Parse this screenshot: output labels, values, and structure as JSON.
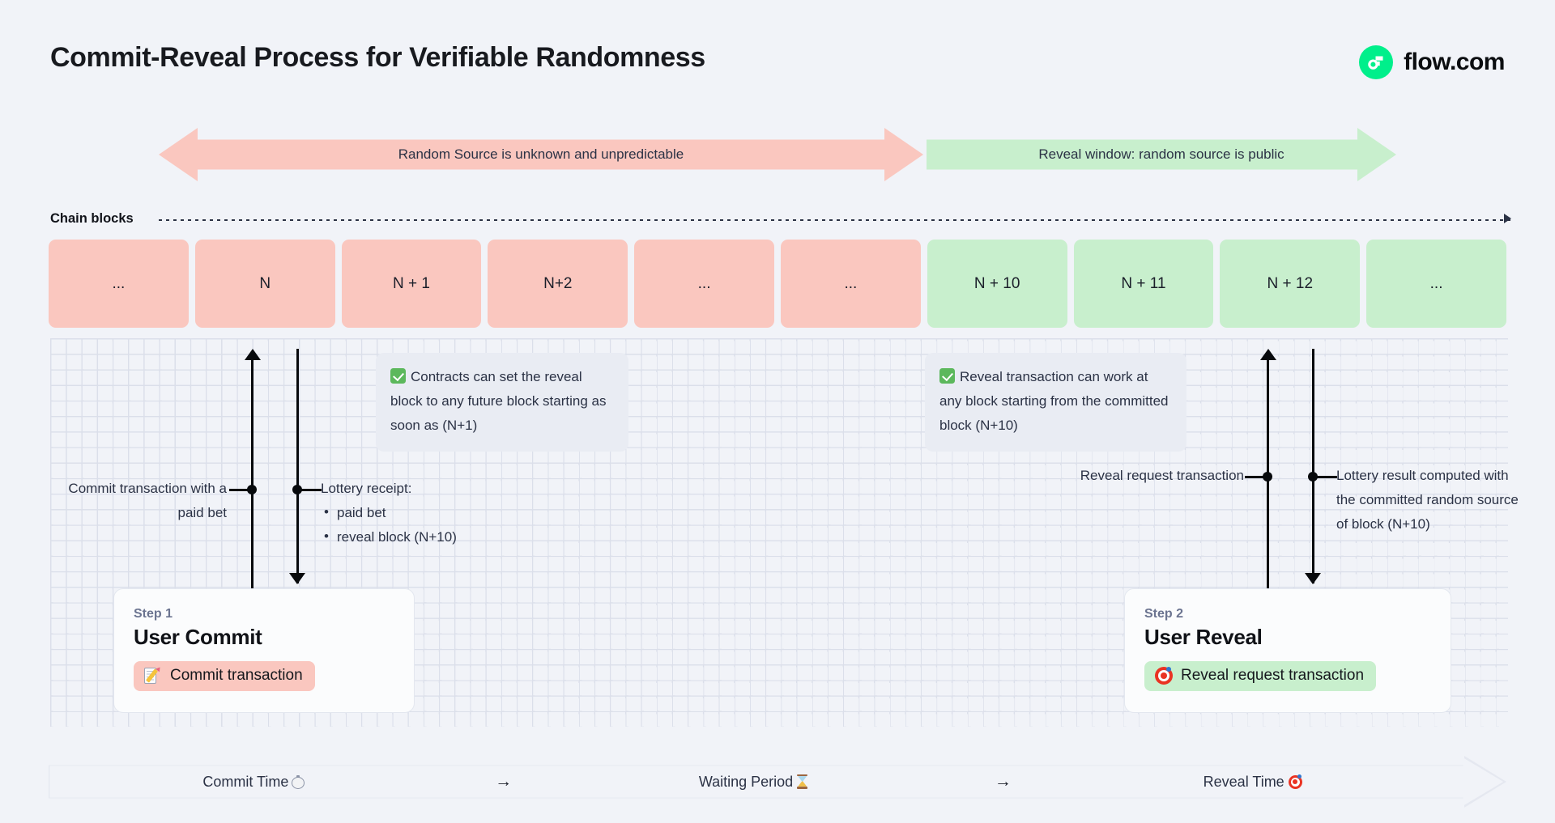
{
  "page": {
    "title": "Commit-Reveal Process for Verifiable Randomness",
    "background_color": "#f1f3f8"
  },
  "brand": {
    "name": "flow.com",
    "mark_icon": "flow-logo-icon",
    "mark_color": "#00ef8b"
  },
  "banners": [
    {
      "id": "unknown",
      "label": "Random Source is unknown and unpredictable",
      "color": "#fac7bf",
      "direction": "double"
    },
    {
      "id": "reveal",
      "label": "Reveal window: random source is public",
      "color": "#c8efcd",
      "direction": "right"
    }
  ],
  "chain": {
    "label": "Chain blocks",
    "blocks": [
      {
        "label": "...",
        "state": "pink"
      },
      {
        "label": "N",
        "state": "pink"
      },
      {
        "label": "N + 1",
        "state": "pink"
      },
      {
        "label": "N+2",
        "state": "pink"
      },
      {
        "label": "...",
        "state": "pink"
      },
      {
        "label": "...",
        "state": "pink"
      },
      {
        "label": "N + 10",
        "state": "green"
      },
      {
        "label": "N + 11",
        "state": "green"
      },
      {
        "label": "N + 12",
        "state": "green"
      },
      {
        "label": "...",
        "state": "green"
      }
    ]
  },
  "notes": {
    "commit": {
      "icon": "check-mark-button-icon",
      "text": "Contracts can set the reveal block to any future block starting as soon as (N+1)"
    },
    "reveal": {
      "icon": "check-mark-button-icon",
      "text": "Reveal transaction can work at any block starting from the committed block (N+10)"
    }
  },
  "annotations": {
    "commit_tx": "Commit transaction with a paid bet",
    "lottery_receipt_title": "Lottery receipt:",
    "lottery_receipt_items": [
      "paid bet",
      "reveal block (N+10)"
    ],
    "reveal_request": "Reveal request transaction",
    "lottery_result": "Lottery result computed with the committed random source of block (N+10)"
  },
  "steps": [
    {
      "kicker": "Step 1",
      "title": "User Commit",
      "pill_label": "Commit transaction",
      "pill_icon": "memo-icon",
      "pill_color": "#fac7bf"
    },
    {
      "kicker": "Step 2",
      "title": "User Reveal",
      "pill_label": "Reveal request transaction",
      "pill_icon": "direct-hit-icon",
      "pill_color": "#c8efcd"
    }
  ],
  "timeline": {
    "phases": [
      {
        "label": "Commit Time",
        "icon": "stopwatch-icon"
      },
      {
        "label": "Waiting Period",
        "icon": "hourglass-icon"
      },
      {
        "label": "Reveal Time",
        "icon": "direct-hit-icon"
      }
    ],
    "separator": "→"
  }
}
